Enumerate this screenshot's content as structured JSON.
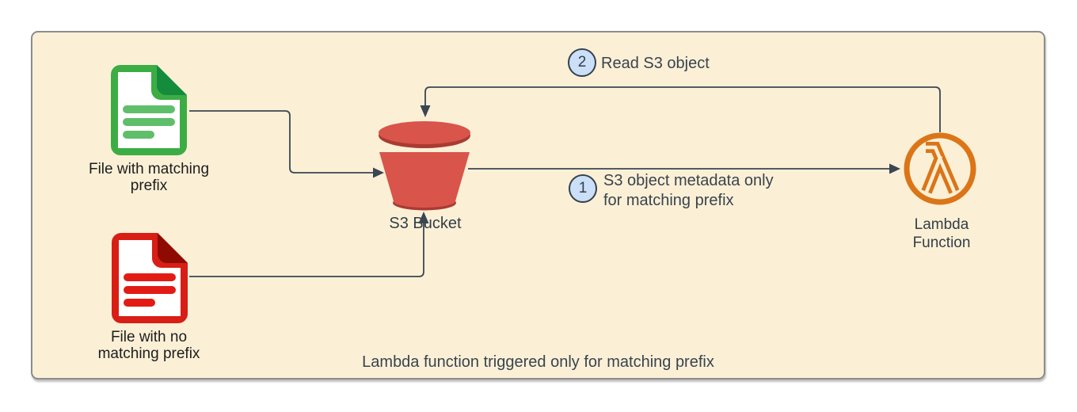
{
  "nodes": {
    "file_matching": {
      "label": [
        "File with matching",
        "prefix"
      ]
    },
    "file_no_matching": {
      "label": [
        "File with no",
        "matching prefix"
      ]
    },
    "s3_bucket": {
      "label": "S3 Bucket"
    },
    "lambda_function": {
      "label": [
        "Lambda",
        "Function"
      ]
    }
  },
  "annotations": {
    "step1": {
      "number": "1",
      "text": [
        "S3 object metadata only",
        "for matching prefix"
      ]
    },
    "step2": {
      "number": "2",
      "text": "Read S3 object"
    }
  },
  "caption": "Lambda function triggered only for matching prefix",
  "icons": [
    "matching-file-icon",
    "non-matching-file-icon",
    "s3-bucket-icon",
    "lambda-function-icon"
  ],
  "colors": {
    "background": "#FFFFFF",
    "panel_fill": "#FBF0D6",
    "panel_border": "#8C8C8C",
    "green_file_border": "#3CAD44",
    "green_file_fold": "#148C3C",
    "green_file_lines": "#5FBE6A",
    "red_file_border": "#D81E15",
    "red_file_fold": "#8F0A00",
    "red_file_lines": "#E31B15",
    "bucket_red": "#D9544B",
    "bucket_dark_rim": "#A93B32",
    "lambda_orange": "#DB7518",
    "badge_fill": "#CBDFF8",
    "badge_border": "#36414D",
    "connector": "#3A4651",
    "text_dark": "#1D1D1D",
    "text_slate": "#39434E"
  }
}
